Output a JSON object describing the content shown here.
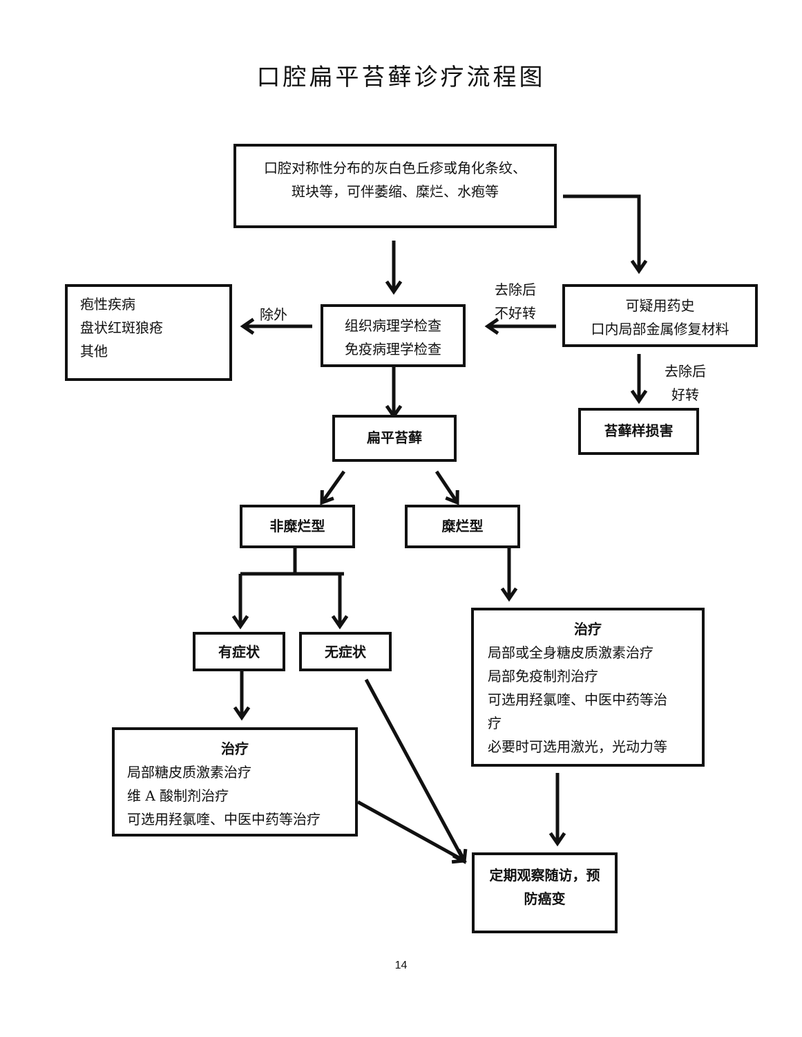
{
  "title": "口腔扁平苔藓诊疗流程图",
  "nodes": {
    "symptoms": {
      "lines": [
        "口腔对称性分布的灰白色丘疹或角化条纹、",
        "斑块等，可伴萎缩、糜烂、水疱等"
      ]
    },
    "exclude_list": {
      "lines": [
        "疱性疾病",
        "盘状红斑狼疮",
        "其他"
      ]
    },
    "pathology": {
      "lines": [
        "组织病理学检查",
        "免疫病理学检查"
      ]
    },
    "drug_history": {
      "lines": [
        "可疑用药史",
        "口内局部金属修复材料"
      ]
    },
    "lichenoid": {
      "label": "苔藓样损害"
    },
    "olp": {
      "label": "扁平苔藓"
    },
    "non_erosive": {
      "label": "非糜烂型"
    },
    "erosive": {
      "label": "糜烂型"
    },
    "symptomatic": {
      "label": "有症状"
    },
    "asymptomatic": {
      "label": "无症状"
    },
    "treatment_erosive": {
      "heading": "治疗",
      "lines": [
        "局部或全身糖皮质激素治疗",
        "局部免疫制剂治疗",
        "可选用羟氯喹、中医中药等治",
        "疗",
        "必要时可选用激光，光动力等"
      ]
    },
    "treatment_symptomatic": {
      "heading": "治疗",
      "lines": [
        "局部糖皮质激素治疗",
        "维 A 酸制剂治疗",
        "可选用羟氯喹、中医中药等治疗"
      ]
    },
    "followup": {
      "lines": [
        "定期观察随访，预",
        "防癌变"
      ]
    }
  },
  "edge_labels": {
    "exclude": "除外",
    "not_improved": [
      "去除后",
      "不好转"
    ],
    "improved": [
      "去除后",
      "好转"
    ]
  },
  "page_number": "14"
}
